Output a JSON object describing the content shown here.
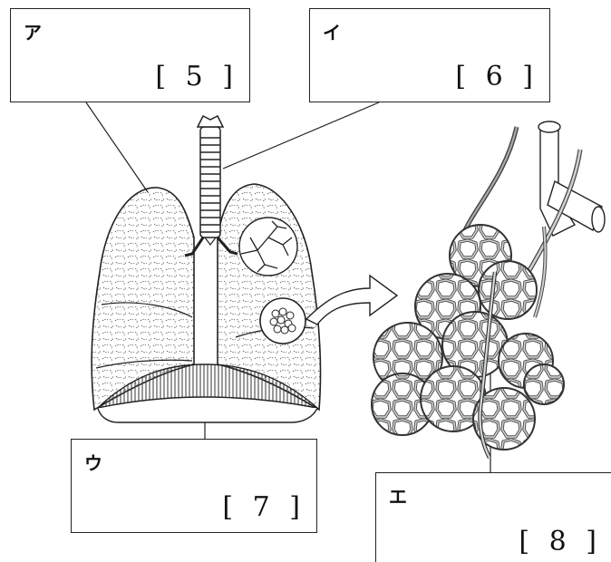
{
  "labels": {
    "a": {
      "kana": "ア",
      "number": "[ 5 ]"
    },
    "i": {
      "kana": "イ",
      "number": "[ 6 ]"
    },
    "u": {
      "kana": "ウ",
      "number": "[ 7 ]"
    },
    "e": {
      "kana": "エ",
      "number": "[ 8 ]"
    }
  },
  "colors": {
    "line": "#222222",
    "capillary": "#b8bcbc",
    "capillary_dark": "#555555"
  }
}
